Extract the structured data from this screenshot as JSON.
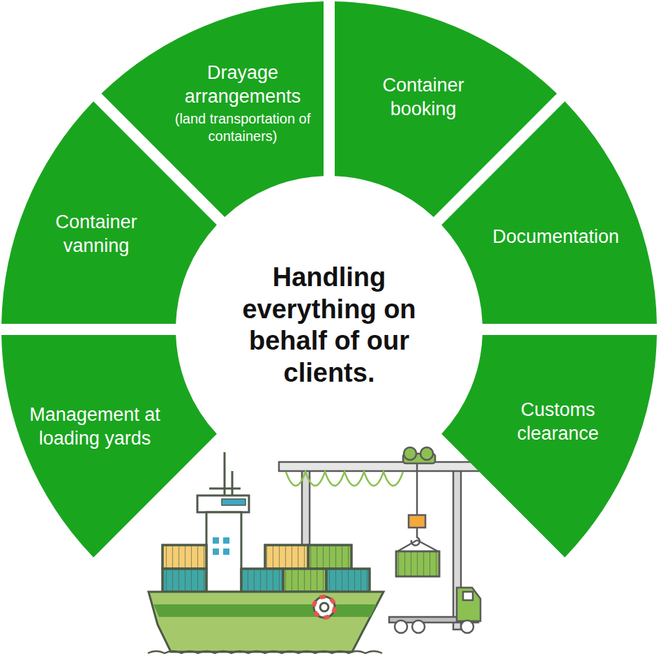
{
  "diagram": {
    "nodes": [
      {
        "text": [
          "Management at loading yards"
        ]
      },
      {
        "text": [
          "Container vanning"
        ]
      },
      {
        "text": [
          "Drayage arrangements",
          "(land transportation of containers)"
        ]
      },
      {
        "text": [
          "Container booking"
        ]
      },
      {
        "text": [
          "Documentation"
        ]
      },
      {
        "text": [
          "Customs clearance"
        ]
      }
    ],
    "labels": [
      "Handling everything on behalf of our clients."
    ]
  }
}
